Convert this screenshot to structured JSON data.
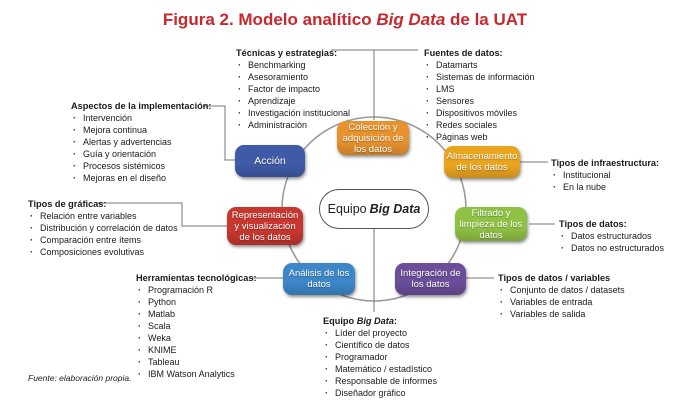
{
  "title": {
    "prefix": "Figura 2. Modelo analítico ",
    "emph": "Big Data",
    "suffix": " de la UAT"
  },
  "center": {
    "prefix": "Equipo",
    "emph": "Big Data"
  },
  "nodes": {
    "coleccion": "Colección y adquisición de los datos",
    "almacenamiento": "Almacenamiento de los datos",
    "filtrado": "Filtrado y limpieza de los datos",
    "integracion": "Integración de los datos",
    "analisis": "Análisis de los datos",
    "representacion": "Representación y visualización de los datos",
    "accion": "Acción"
  },
  "colors": {
    "coleccion": "#e8922e",
    "almacenamiento": "#eaa51f",
    "filtrado": "#8fc244",
    "integracion": "#6a4e9a",
    "analisis": "#3d87c9",
    "representacion": "#c8372f",
    "accion": "#3f5ba8"
  },
  "blocks": {
    "tecnicas": {
      "head": "Técnicas y estrategias:",
      "items": [
        "Benchmarking",
        "Asesoramiento",
        "Factor de impacto",
        "Aprendizaje",
        "Investigación institucional",
        "Administración"
      ]
    },
    "fuentes": {
      "head": "Fuentes de datos:",
      "items": [
        "Datamarts",
        "Sistemas de información",
        "LMS",
        "Sensores",
        "Dispositivos móviles",
        "Redes sociales",
        "Páginas web"
      ]
    },
    "aspectos": {
      "head": "Aspectos de la implementación:",
      "items": [
        "Intervención",
        "Mejora continua",
        "Alertas y advertencias",
        "Guía y orientación",
        "Procesos sistémicos",
        "Mejoras en el diseño"
      ]
    },
    "infraestructura": {
      "head": "Tipos de infraestructura:",
      "items": [
        "Institucional",
        "En la nube"
      ]
    },
    "graficas": {
      "head": "Tipos de gráficas:",
      "items": [
        "Relación entre variables",
        "Distribución y correlación de datos",
        "Comparación entre ítems",
        "Composiciones evolutivas"
      ]
    },
    "tiposdatos": {
      "head": "Tipos de datos:",
      "items": [
        "Datos estructurados",
        "Datos no estructurados"
      ]
    },
    "herramientas": {
      "head": "Herramientas tecnológicas:",
      "items": [
        "Programación R",
        "Python",
        "Matlab",
        "Scala",
        "Weka",
        "KNIME",
        "Tableau",
        "IBM Watson Analytics"
      ]
    },
    "variables": {
      "head": "Tipos de datos / variables",
      "items": [
        "Conjunto de datos / datasets",
        "Variables de entrada",
        "Variables de salida"
      ]
    },
    "equipo": {
      "headPrefix": "Equipo ",
      "headEmph": "Big Data",
      "headSuffix": ":",
      "items": [
        "Líder del proyecto",
        "Científico de datos",
        "Programador",
        "Matemático / estadístico",
        "Responsable de informes",
        "Diseñador gráfico"
      ]
    }
  },
  "source": "Fuente: elaboración propia."
}
